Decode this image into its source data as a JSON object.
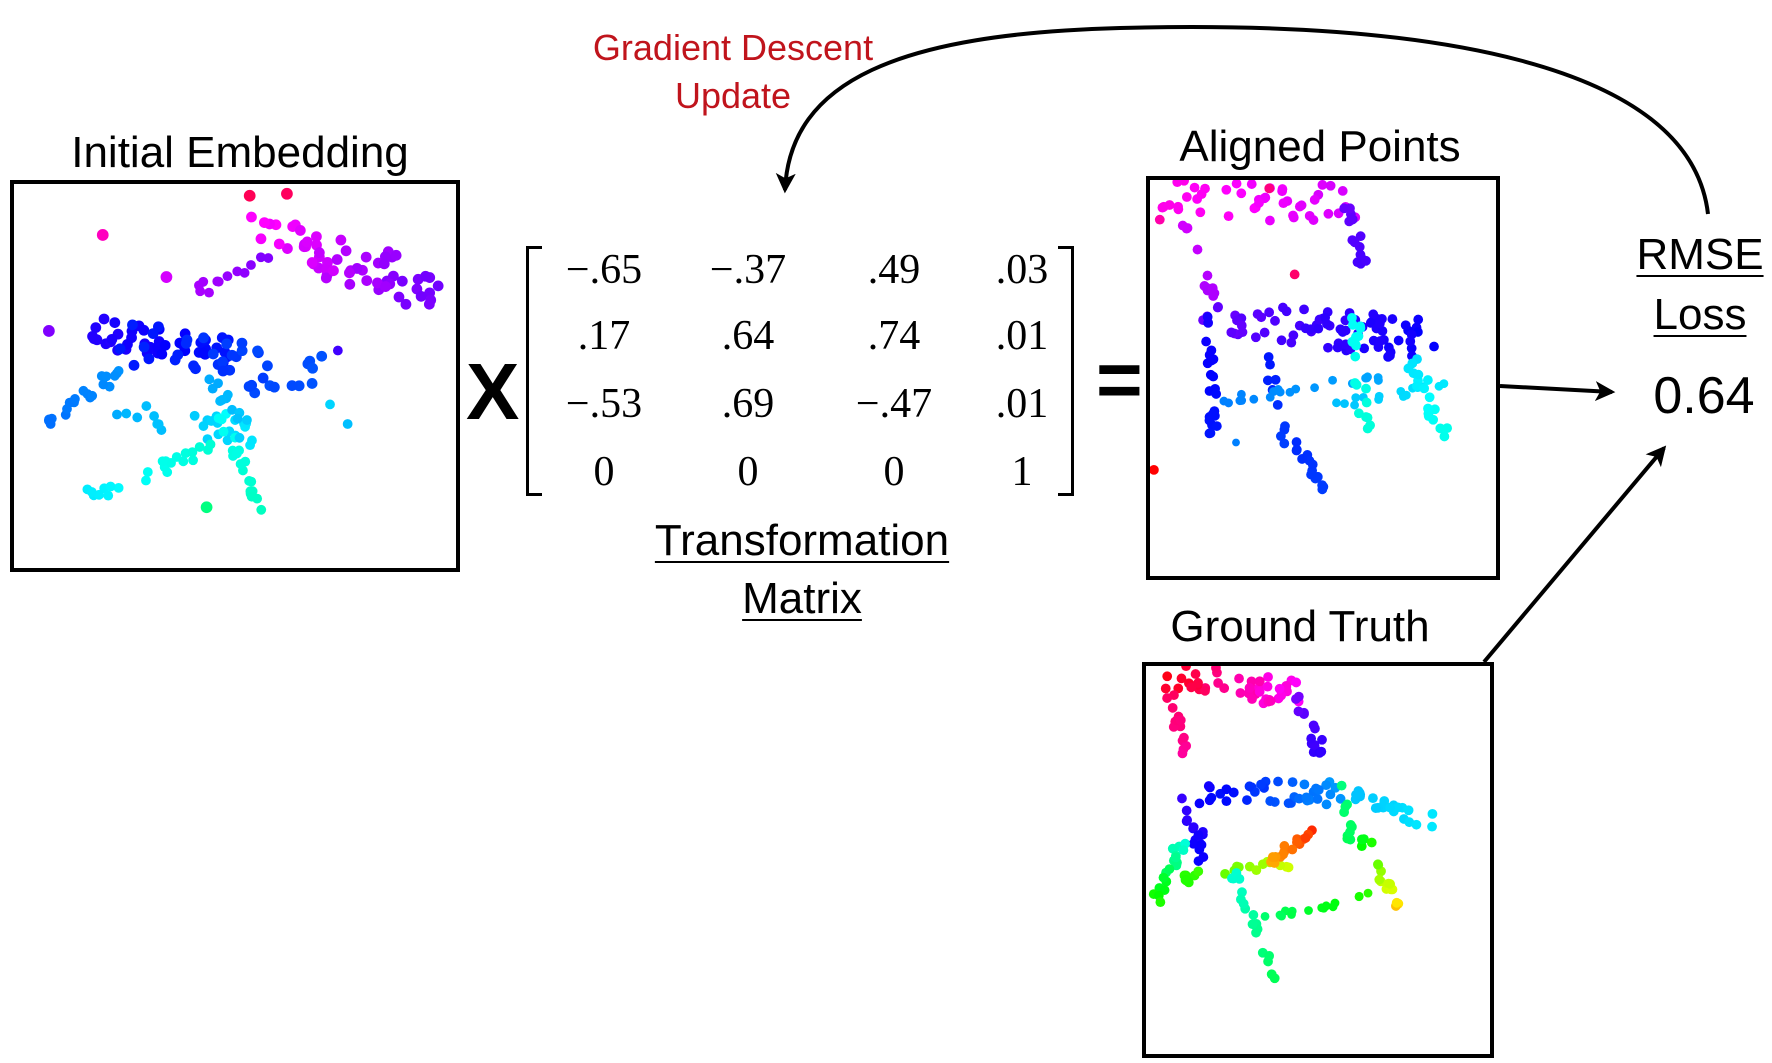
{
  "labels": {
    "initial": "Initial Embedding",
    "aligned": "Aligned Points",
    "ground": "Ground Truth",
    "gd_line1": "Gradient Descent",
    "gd_line2": "Update",
    "tm_line1": "Transformation",
    "tm_line2": "Matrix",
    "rmse_line1": "RMSE",
    "rmse_line2": "Loss",
    "loss_value": "0.64",
    "times": "X",
    "equals": "="
  },
  "matrix": [
    [
      "−.65",
      "−.37",
      ".49",
      ".03"
    ],
    [
      ".17",
      ".64",
      ".74",
      ".01"
    ],
    [
      "−.53",
      ".69",
      "−.47",
      ".01"
    ],
    [
      "0",
      "0",
      "0",
      "1"
    ]
  ],
  "colors": {
    "gradient_text": "#c0141c",
    "stroke": "#000000"
  },
  "icons": {
    "times": "multiplication-sign-icon",
    "equals": "equals-sign-icon"
  }
}
